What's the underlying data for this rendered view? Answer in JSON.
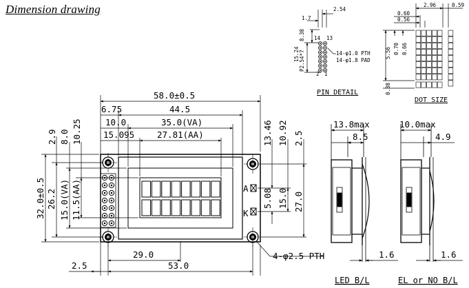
{
  "title": "Dimension drawing",
  "main_view": {
    "overall_width": "58.0±0.5",
    "width_44_5": "44.5",
    "left_6_75": "6.75",
    "va_width": "35.0(VA)",
    "left_10_0": "10.0",
    "aa_width": "27.81(AA)",
    "left_15_095": "15.095",
    "top_2_9": "2.9",
    "top_8_0": "8.0",
    "top_10_25": "10.25",
    "overall_height": "32.0±0.5",
    "height_26_2": "26.2",
    "va_height": "15.0(VA)",
    "aa_height": "11.5(AA)",
    "right_13_46": "13.46",
    "right_10_92": "10.92",
    "right_2_5": "2.5",
    "right_5_08": "5.08",
    "right_15_0": "15.0",
    "right_27_0": "27.0",
    "pin_a": "A",
    "pin_k": "K",
    "bottom_29_0": "29.0",
    "bottom_53_0": "53.0",
    "bottom_2_5": "2.5",
    "holes_note": "4-φ2.5 PTH"
  },
  "pin_detail": {
    "caption": "PIN DETAIL",
    "dim_1_7": "1.7",
    "dim_2_54": "2.54",
    "dim_8_38": "8.38",
    "dim_15_24": "15.24",
    "dim_pitch": "P2.54*7",
    "pin_14": "14",
    "pin_13": "13",
    "pin_2": "2",
    "pin_1": "1",
    "note_pth": "14-φ1.0 PTH",
    "note_pad": "14-φ1.8 PAD"
  },
  "dot_size": {
    "caption": "DOT SIZE",
    "dim_2_96": "2.96",
    "dim_0_59": "0.59",
    "dim_0_60": "0.60",
    "dim_0_56": "0.56",
    "dim_5_56": "5.56",
    "dim_0_70": "0.70",
    "dim_0_66": "0.66",
    "dim_0_38": "0.38"
  },
  "side_led": {
    "thickness": "13.8max",
    "dim_8_5": "8.5",
    "dim_1_6": "1.6",
    "caption": "LED B/L"
  },
  "side_el": {
    "thickness": "10.0max",
    "dim_4_9": "4.9",
    "dim_1_6": "1.6",
    "caption": "EL or NO B/L"
  }
}
